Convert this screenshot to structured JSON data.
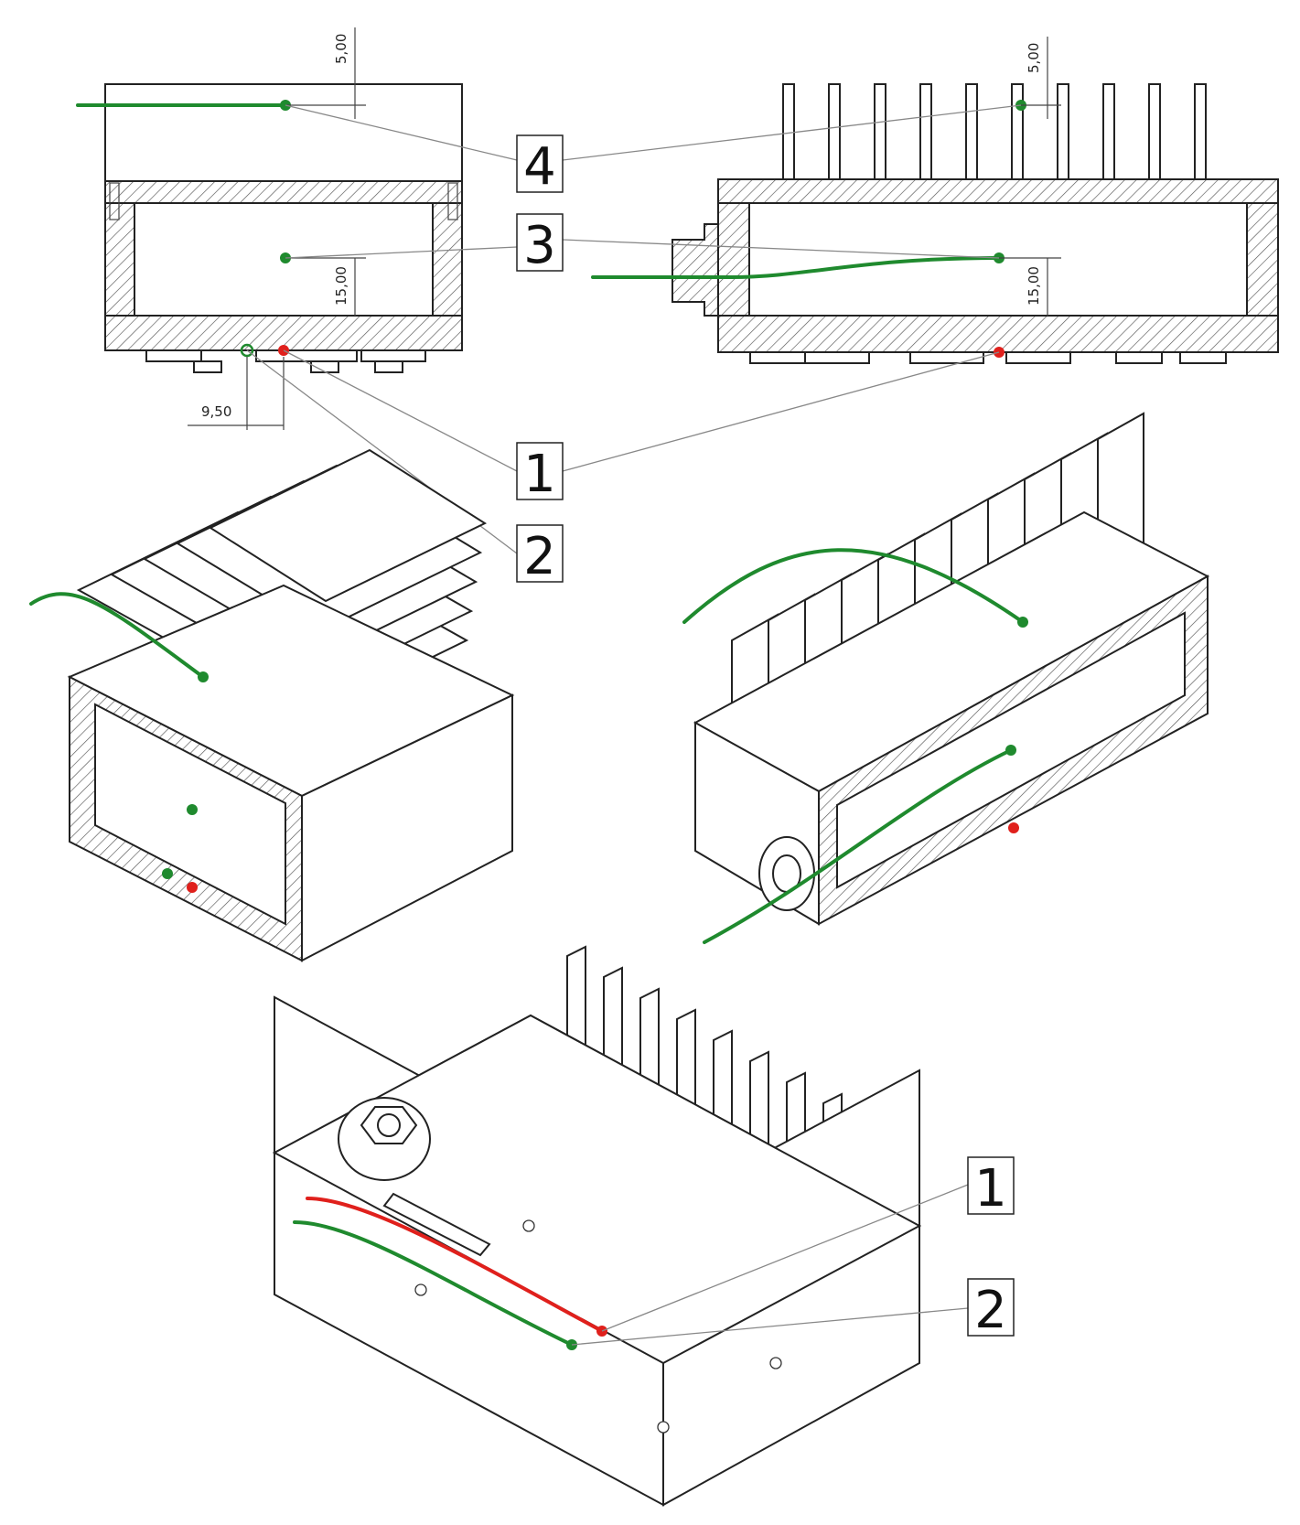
{
  "callouts": {
    "c1_top": "1",
    "c2_top": "2",
    "c3_top": "3",
    "c4_top": "4",
    "c1_bottom": "1",
    "c2_bottom": "2"
  },
  "dimensions": {
    "left_gap": "5,00",
    "left_depth": "15,00",
    "left_offset": "9,50",
    "right_gap": "5,00",
    "right_depth": "15,00"
  },
  "colors": {
    "green_sensor": "#1f8a2e",
    "red_sensor": "#e0201c",
    "hatch_line": "#555555",
    "outline": "#222222"
  }
}
